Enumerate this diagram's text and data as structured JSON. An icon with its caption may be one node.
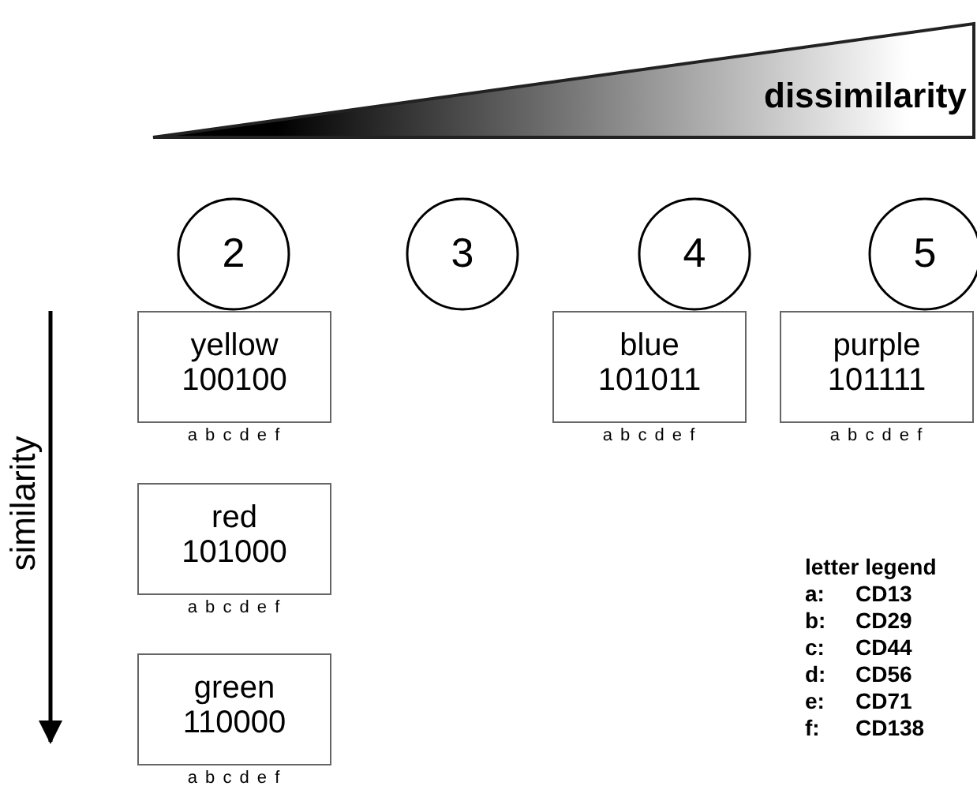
{
  "diagram": {
    "nodes": [
      {
        "text": [
          "2"
        ]
      },
      {
        "text": [
          "3"
        ]
      },
      {
        "text": [
          "4"
        ]
      },
      {
        "text": [
          "5"
        ]
      },
      {
        "text": [
          "yellow",
          "100100"
        ],
        "beside": [
          "a b c d e f"
        ]
      },
      {
        "text": [
          "blue",
          "101011"
        ],
        "beside": [
          "a b c d e f"
        ]
      },
      {
        "text": [
          "purple",
          "101111"
        ],
        "beside": [
          "a b c d e f"
        ]
      },
      {
        "text": [
          "red",
          "101000"
        ],
        "beside": [
          "a b c d e f"
        ]
      },
      {
        "text": [
          "green",
          "110000"
        ],
        "beside": [
          "a b c d e f"
        ]
      }
    ],
    "labels": [
      "dissimilarity",
      "similarity",
      "letter legend",
      "a:",
      "CD13",
      "b:",
      "CD29",
      "c:",
      "CD44",
      "d:",
      "CD56",
      "e:",
      "CD71",
      "f:",
      "CD138"
    ]
  }
}
